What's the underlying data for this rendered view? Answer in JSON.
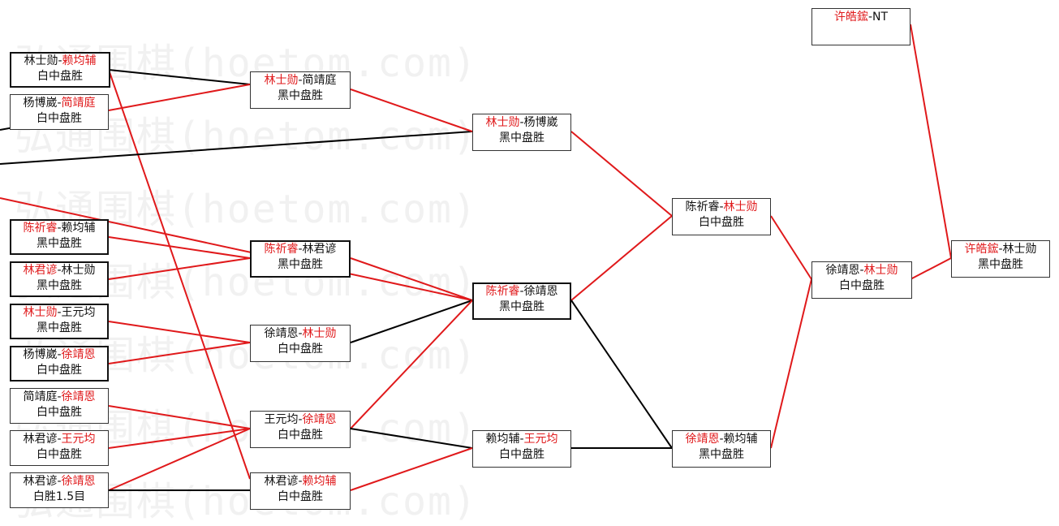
{
  "watermark": {
    "text": "弘通围棋(hoetom.com)"
  },
  "colors": {
    "winner": "#e0191b",
    "line_red": "#e0191b",
    "line_black": "#000000"
  },
  "matches": [
    {
      "id": "m1",
      "p1": "林士勋",
      "p2": "赖均辅",
      "winner": "p2",
      "result": "白中盘胜",
      "bold": true
    },
    {
      "id": "m2",
      "p1": "杨博崴",
      "p2": "简靖庭",
      "winner": "p2",
      "result": "白中盘胜",
      "bold": false
    },
    {
      "id": "m3",
      "p1": "陈祈睿",
      "p2": "赖均辅",
      "winner": "p1",
      "result": "黑中盘胜",
      "bold": true
    },
    {
      "id": "m4",
      "p1": "林君谚",
      "p2": "林士勋",
      "winner": "p1",
      "result": "黑中盘胜",
      "bold": true
    },
    {
      "id": "m5",
      "p1": "林士勋",
      "p2": "王元均",
      "winner": "p1",
      "result": "黑中盘胜",
      "bold": true
    },
    {
      "id": "m6",
      "p1": "杨博崴",
      "p2": "徐靖恩",
      "winner": "p2",
      "result": "白中盘胜",
      "bold": true
    },
    {
      "id": "m7",
      "p1": "简靖庭",
      "p2": "徐靖恩",
      "winner": "p2",
      "result": "白中盘胜",
      "bold": false
    },
    {
      "id": "m8",
      "p1": "林君谚",
      "p2": "王元均",
      "winner": "p2",
      "result": "白中盘胜",
      "bold": false
    },
    {
      "id": "m9",
      "p1": "林君谚",
      "p2": "徐靖恩",
      "winner": "p2",
      "result": "白胜1.5目",
      "bold": false
    },
    {
      "id": "m10",
      "p1": "林士勋",
      "p2": "简靖庭",
      "winner": "p1",
      "result": "黑中盘胜",
      "bold": false
    },
    {
      "id": "m11",
      "p1": "陈祈睿",
      "p2": "林君谚",
      "winner": "p1",
      "result": "黑中盘胜",
      "bold": true
    },
    {
      "id": "m12",
      "p1": "徐靖恩",
      "p2": "林士勋",
      "winner": "p2",
      "result": "白中盘胜",
      "bold": false
    },
    {
      "id": "m13",
      "p1": "王元均",
      "p2": "徐靖恩",
      "winner": "p2",
      "result": "白中盘胜",
      "bold": false
    },
    {
      "id": "m14",
      "p1": "林君谚",
      "p2": "赖均辅",
      "winner": "p2",
      "result": "白中盘胜",
      "bold": false
    },
    {
      "id": "m15",
      "p1": "林士勋",
      "p2": "杨博崴",
      "winner": "p1",
      "result": "黑中盘胜",
      "bold": false
    },
    {
      "id": "m16",
      "p1": "陈祈睿",
      "p2": "徐靖恩",
      "winner": "p1",
      "result": "黑中盘胜",
      "bold": true
    },
    {
      "id": "m17",
      "p1": "赖均辅",
      "p2": "王元均",
      "winner": "p2",
      "result": "白中盘胜",
      "bold": false
    },
    {
      "id": "m18",
      "p1": "陈祈睿",
      "p2": "林士勋",
      "winner": "p2",
      "result": "白中盘胜",
      "bold": false
    },
    {
      "id": "m19",
      "p1": "徐靖恩",
      "p2": "赖均辅",
      "winner": "p1",
      "result": "黑中盘胜",
      "bold": false
    },
    {
      "id": "m20",
      "p1": "徐靖恩",
      "p2": "林士勋",
      "winner": "p2",
      "result": "白中盘胜",
      "bold": false
    },
    {
      "id": "m21",
      "p1": "许皓鋐",
      "p2": "NT",
      "winner": "p1",
      "result": "",
      "bold": false
    },
    {
      "id": "m22",
      "p1": "许皓鋐",
      "p2": "林士勋",
      "winner": "p1",
      "result": "黑中盘胜",
      "bold": false
    }
  ]
}
